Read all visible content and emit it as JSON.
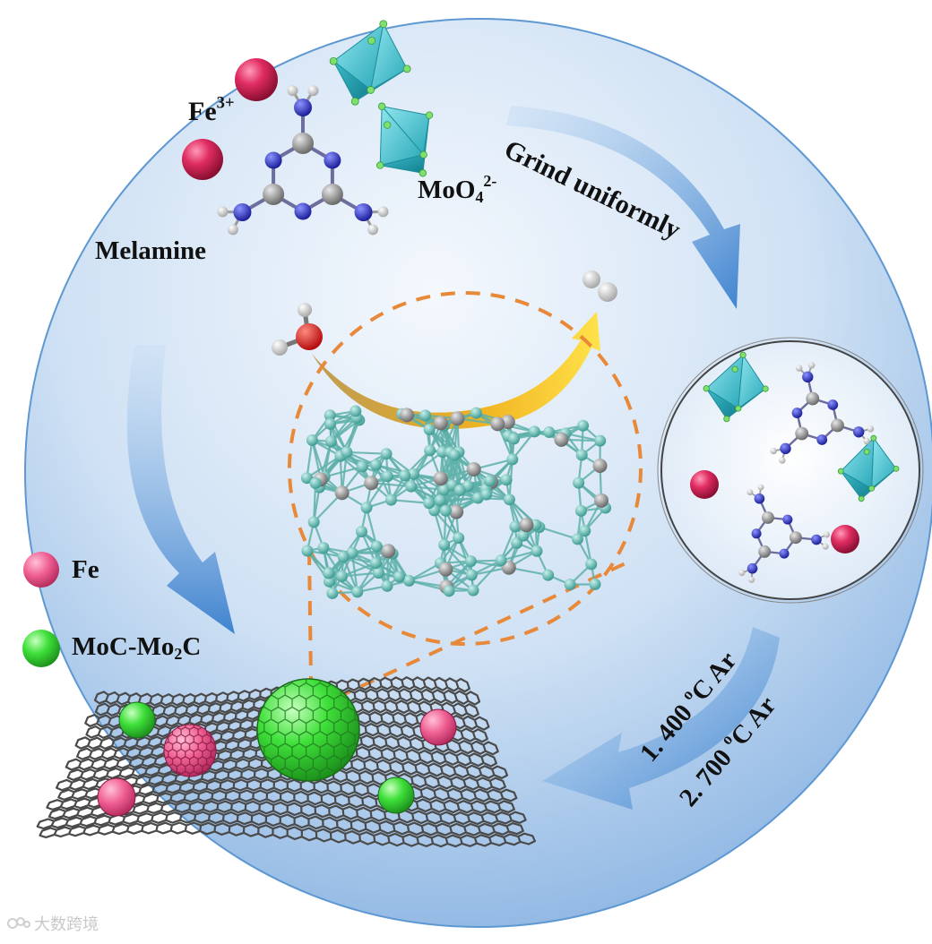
{
  "labels": {
    "fe_ion": "Fe",
    "fe_ion_charge": "3+",
    "melamine": "Melamine",
    "molybdate": "MoO",
    "molybdate_sub": "4",
    "molybdate_charge": "2-",
    "grind": "Grind uniformly",
    "legend_fe": "Fe",
    "legend_moc_a": "MoC-Mo",
    "legend_moc_sub": "2",
    "legend_moc_b": "C",
    "step1_a": "1. 400 ",
    "step1_sup": "o",
    "step1_b": "C Ar",
    "step2_a": "2. 700 ",
    "step2_sup": "o",
    "step2_b": "C Ar"
  },
  "watermark": "大数跨境",
  "colors": {
    "circle_light": "#eef5fc",
    "circle_dark": "#8fb8e4",
    "circle_edge": "#6ea2d8",
    "arrow_blue": "#5b94d4",
    "arrow_gold": "#f0b020",
    "dash_orange": "#e8893a",
    "fe_pink": "#d8285a",
    "moc_green": "#2ecc2e",
    "octahedron_cyan": "#3ec3d2",
    "nitrogen_blue": "#2b33c8",
    "carbon_grey": "#8c8c8c",
    "crystal_teal": "#5fb8b0",
    "graphene_grey": "#4a4a4a"
  }
}
